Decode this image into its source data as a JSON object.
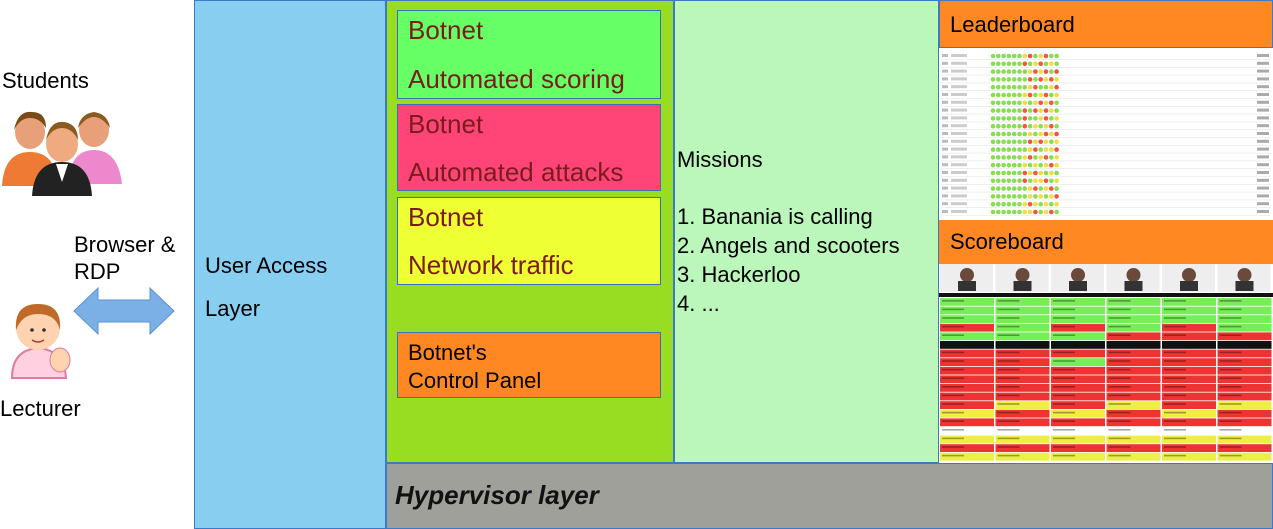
{
  "actors": {
    "students_label": "Students",
    "lecturer_label": "Lecturer",
    "connection_line1": "Browser &",
    "connection_line2": "RDP"
  },
  "user_access_layer": {
    "line1": "User Access",
    "line2": "Layer"
  },
  "botnet_boxes": [
    {
      "title": "Botnet",
      "subtitle": "Automated scoring",
      "color": "#66ff66"
    },
    {
      "title": "Botnet",
      "subtitle": "Automated attacks",
      "color": "#ff4477"
    },
    {
      "title": "Botnet",
      "subtitle": "Network traffic",
      "color": "#eeff33"
    }
  ],
  "control_panel": {
    "line1": "Botnet's",
    "line2": "Control Panel",
    "color": "#ff8822"
  },
  "missions": {
    "title": "Missions",
    "items": [
      "1. Banania is calling",
      "2. Angels and scooters",
      "3. Hackerloo",
      "4. ..."
    ]
  },
  "hypervisor": {
    "label": "Hypervisor layer"
  },
  "leaderboard": {
    "title": "Leaderboard"
  },
  "scoreboard": {
    "title": "Scoreboard"
  },
  "colors": {
    "user_access": "#87cef0",
    "botnet_panel": "#99dd22",
    "missions_panel": "#bbf7bb",
    "hypervisor": "#a0a09a",
    "header_orange": "#ff8822"
  }
}
